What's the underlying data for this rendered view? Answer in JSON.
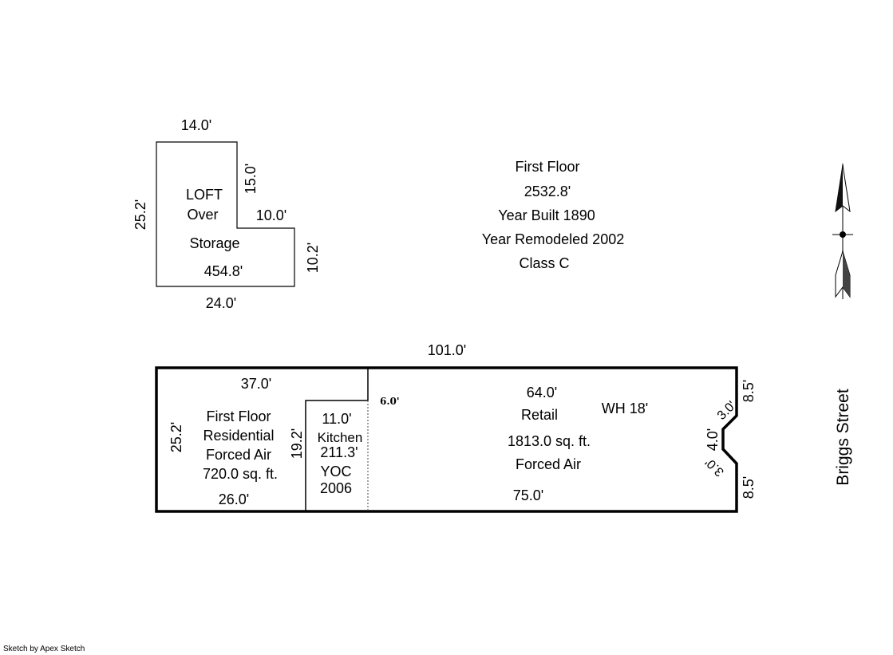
{
  "loft": {
    "top": "14.0'",
    "left": "25.2'",
    "inner_vertical": "15.0'",
    "inner_horizontal": "10.0'",
    "right": "10.2'",
    "bottom": "24.0'",
    "label_line1": "LOFT",
    "label_line2": "Over",
    "label_line3": "Storage",
    "area": "454.8'"
  },
  "info": {
    "floor": "First Floor",
    "area": "2532.8'",
    "year_built": "Year Built 1890",
    "year_remodeled": "Year Remodeled 2002",
    "class": "Class C"
  },
  "main": {
    "top": "101.0'",
    "residential": {
      "top": "37.0'",
      "left": "25.2'",
      "bottom": "26.0'",
      "line1": "First Floor",
      "line2": "Residential",
      "line3": "Forced Air",
      "line4": "720.0 sq. ft."
    },
    "kitchen": {
      "left": "19.2'",
      "top": "11.0'",
      "line1": "Kitchen",
      "area": "211.3'",
      "line3": "YOC",
      "line4": "2006",
      "offset": "6.0'"
    },
    "retail": {
      "top": "64.0'",
      "line1": "Retail",
      "line2": "1813.0 sq. ft.",
      "line3": "Forced Air",
      "bottom": "75.0'",
      "wh": "WH 18'"
    },
    "notch": {
      "upper": "8.5'",
      "diag_upper": "3.0'",
      "middle": "4.0'",
      "diag_lower": "3.0'",
      "lower": "8.5'"
    }
  },
  "street": "Briggs Street",
  "footer": "Sketch by Apex Sketch"
}
